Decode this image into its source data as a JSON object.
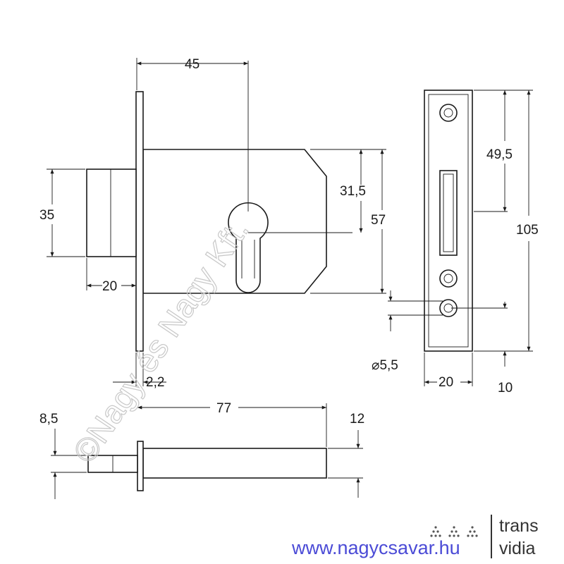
{
  "dimensions": {
    "d45": "45",
    "d35": "35",
    "d20_bolt": "20",
    "d2_2": "2,2",
    "d31_5": "31,5",
    "d57": "57",
    "d49_5": "49,5",
    "d105": "105",
    "d5_5": "⌀5,5",
    "d20_plate": "20",
    "d10": "10",
    "d8_5": "8,5",
    "d77": "77",
    "d12": "12"
  },
  "watermark": "©Nagy és Nagy Kft.",
  "footer": {
    "url": "www.nagycsavar.hu",
    "brand_line1": "trans",
    "brand_line2": "vidia"
  }
}
